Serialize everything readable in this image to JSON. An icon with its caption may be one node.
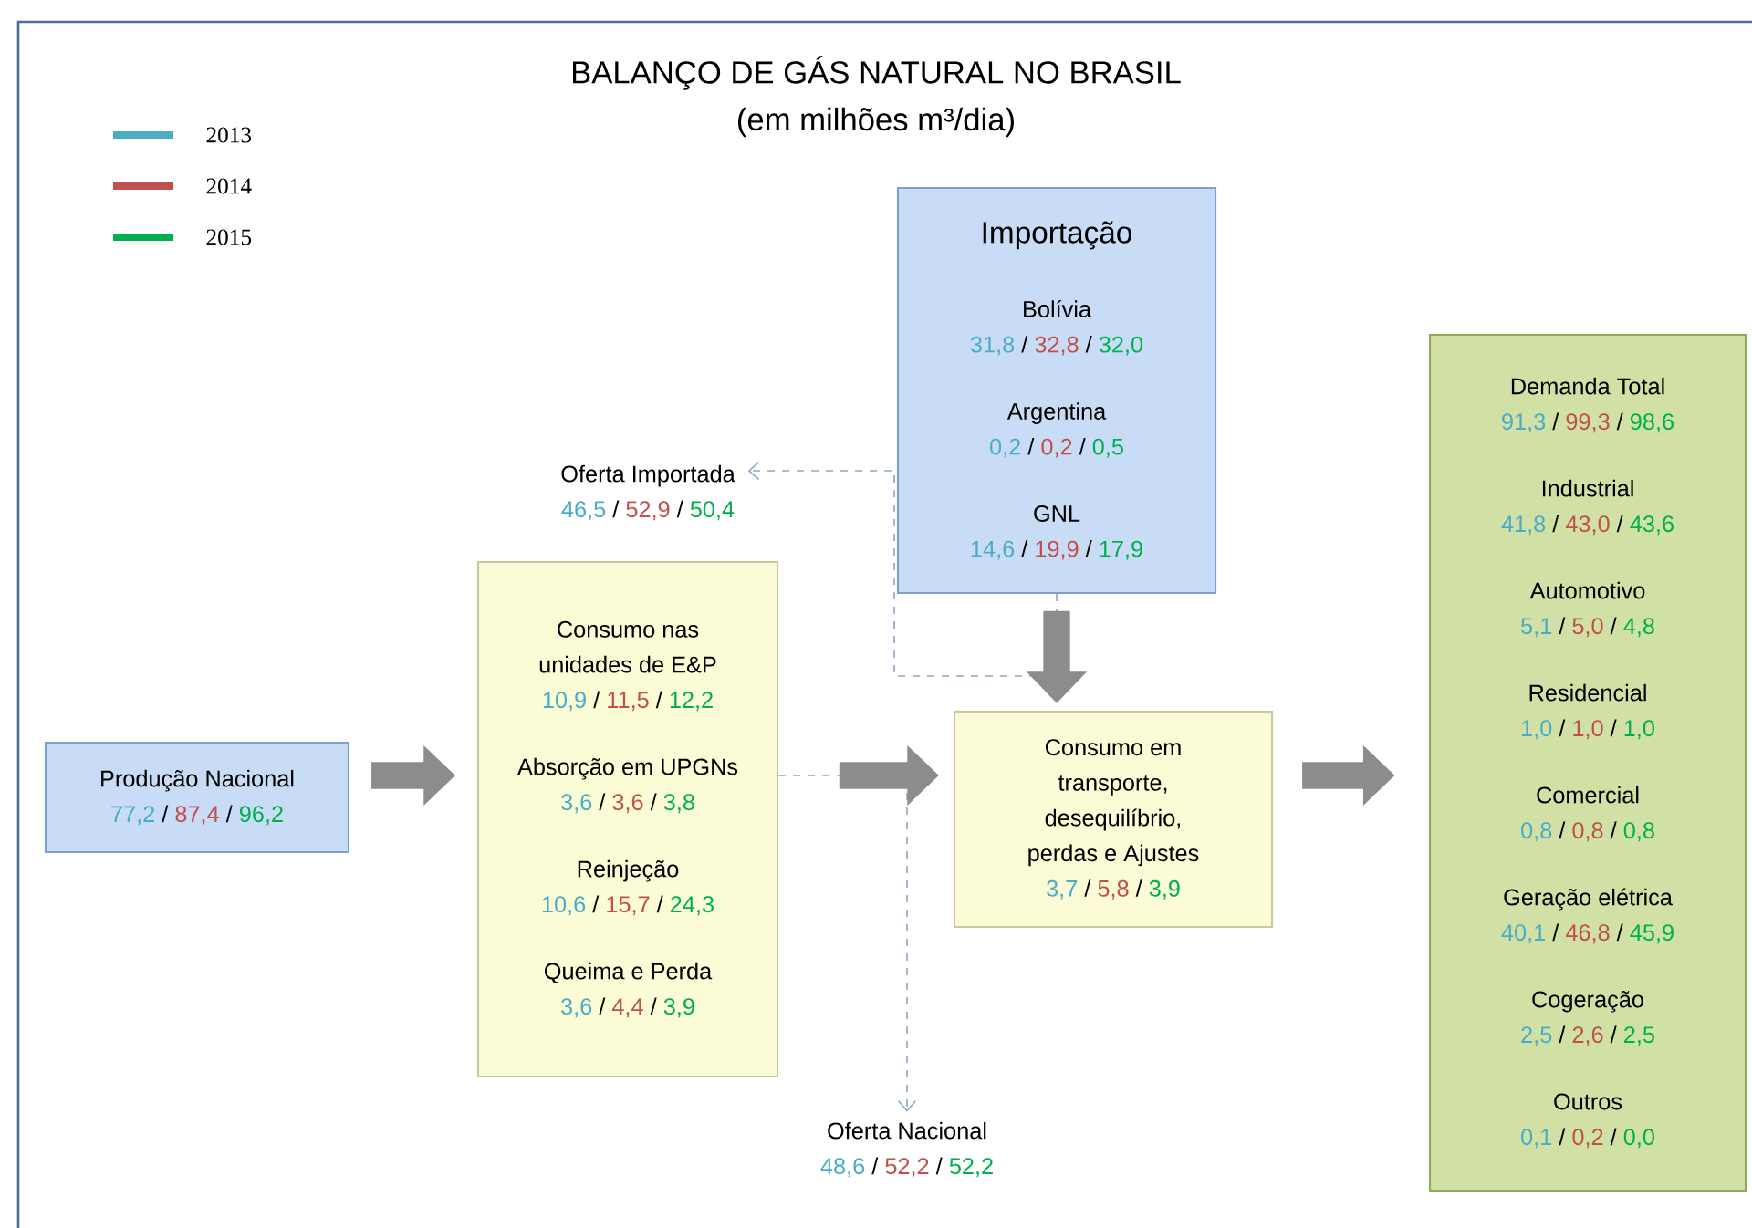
{
  "diagram": {
    "title": "BALANÇO DE GÁS NATURAL NO BRASIL",
    "nodes": [
      {
        "text": [
          "Importação",
          "Bolívia",
          "31,8",
          "/",
          "32,8",
          "/",
          "32,0",
          "Argentina",
          "0,2",
          "/",
          "0,2",
          "/",
          "0,5",
          "GNL",
          "14,6",
          "/",
          "19,9",
          "/",
          "17,9"
        ]
      },
      {
        "text": [
          "Oferta Importada",
          "46,5",
          "/",
          "52,9",
          "/",
          "50,4"
        ]
      },
      {
        "text": [
          "Produção Nacional",
          "77,2",
          "/",
          "87,4",
          "/",
          "96,2"
        ]
      },
      {
        "text": [
          "Consumo nas unidades de E&P",
          "10,9",
          "/",
          "11,5",
          "/",
          "12,2",
          "Absorção em UPGNs",
          "3,6",
          "/",
          "3,6",
          "/",
          "3,8",
          "Reinjeção",
          "10,6",
          "/",
          "15,7",
          "/",
          "24,3",
          "Queima e Perda",
          "3,6",
          "/",
          "4,4",
          "/",
          "3,9"
        ]
      },
      {
        "text": [
          "Consumo em transporte, desequilíbrio, perdas e Ajustes",
          "3,7",
          "/",
          "5,8",
          "/",
          "3,9"
        ]
      },
      {
        "text": [
          "Oferta Nacional",
          "48,6",
          "/",
          "52,2",
          "/",
          "52,2"
        ]
      },
      {
        "text": [
          "Demanda Total",
          "91,3",
          "/",
          "99,3",
          "/",
          "98,6",
          "Industrial",
          "41,8",
          "/",
          "43,0",
          "/",
          "43,6",
          "Automotivo",
          "5,1",
          "/",
          "5,0",
          "/",
          "4,8",
          "Residencial",
          "1,0",
          "/",
          "1,0",
          "/",
          "1,0",
          "Comercial",
          "0,8",
          "/",
          "0,8",
          "/",
          "0,8",
          "Geração elétrica",
          "40,1",
          "/",
          "46,8",
          "/",
          "45,9",
          "Cogeração",
          "2,5",
          "/",
          "2,6",
          "/",
          "2,5",
          "Outros",
          "0,1",
          "/",
          "0,2",
          "/",
          "0,0"
        ]
      }
    ],
    "edges": [
      {
        "from": 2,
        "to": 3,
        "arrow": "to"
      },
      {
        "from": 0,
        "to": 4,
        "arrow": "to"
      },
      {
        "from": 3,
        "to": 4,
        "arrow": "to"
      },
      {
        "from": 4,
        "to": 6,
        "arrow": "to"
      },
      {
        "from": 0,
        "to": 1,
        "arrow": "to",
        "style": "dashed",
        "color": "#8ea6c8"
      },
      {
        "from": 3,
        "to": 5,
        "arrow": "to",
        "style": "dashed",
        "color": "#8ea6c8"
      }
    ],
    "labels": [
      "(em milhões m³/dia)"
    ],
    "legend": [
      {
        "text": "2013",
        "color": "#4bacc6"
      },
      {
        "text": "2014",
        "color": "#c0504d"
      },
      {
        "text": "2015",
        "color": "#00b050"
      }
    ]
  }
}
